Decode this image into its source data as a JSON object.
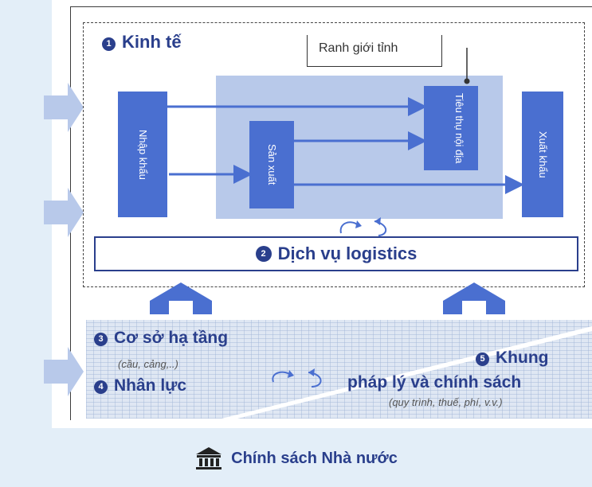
{
  "economy": {
    "number": "1",
    "title": "Kinh tế"
  },
  "border_label": "Ranh giới tỉnh",
  "boxes": {
    "import": "Nhập khẩu",
    "production": "Sản xuất",
    "domestic": "Tiêu thụ nội địa",
    "export": "Xuất khẩu"
  },
  "logistics": {
    "number": "2",
    "label": "Dịch vụ logistics"
  },
  "infrastructure": {
    "number": "3",
    "label": "Cơ sở hạ tầng",
    "sub": "(cầu, cảng,..)"
  },
  "labor": {
    "number": "4",
    "label": "Nhân lực"
  },
  "legal": {
    "number": "5",
    "line1": "Khung",
    "line2": "pháp lý và chính sách",
    "sub": "(quy trình, thuế, phí, v.v.)"
  },
  "footer": "Chính sách Nhà nước",
  "colors": {
    "primary": "#2a3f8c",
    "box": "#4a6fd0",
    "province": "#b8c9ea",
    "bg": "#e3eef8"
  }
}
